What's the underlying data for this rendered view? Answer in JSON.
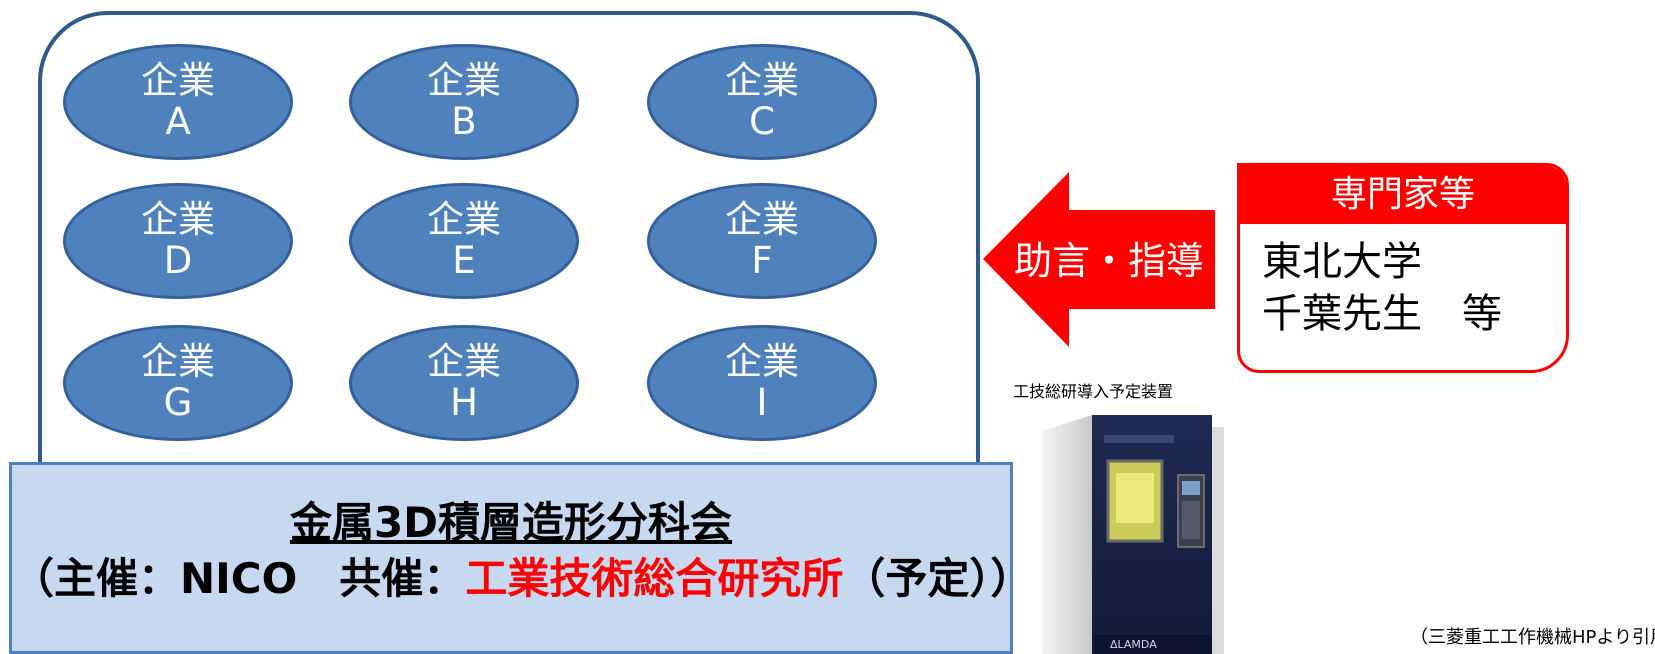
{
  "companies": [
    {
      "label": "企業",
      "letter": "A"
    },
    {
      "label": "企業",
      "letter": "B"
    },
    {
      "label": "企業",
      "letter": "C"
    },
    {
      "label": "企業",
      "letter": "D"
    },
    {
      "label": "企業",
      "letter": "E"
    },
    {
      "label": "企業",
      "letter": "F"
    },
    {
      "label": "企業",
      "letter": "G"
    },
    {
      "label": "企業",
      "letter": "H"
    },
    {
      "label": "企業",
      "letter": "I"
    }
  ],
  "arrow": {
    "label": "助言・指導",
    "color": "#ff0000"
  },
  "experts": {
    "title": "専門家等",
    "line1": "東北大学",
    "line2": "千葉先生　等",
    "color": "#ff0000"
  },
  "device": {
    "label": "工技総研導入予定装置",
    "brand": "LAMDA",
    "caption": "（三菱重工工作機械HPより引用"
  },
  "committee": {
    "title": "金属3D積層造形分科会",
    "sub_prefix": "（主催：NICO　共催：",
    "sub_highlight": "工業技術総合研究所",
    "sub_suffix": "（予定））",
    "bg_color": "#c6d9f1",
    "highlight_color": "#ff0000"
  },
  "colors": {
    "company_fill": "#4f81bd",
    "group_border": "#2e5b8a"
  }
}
